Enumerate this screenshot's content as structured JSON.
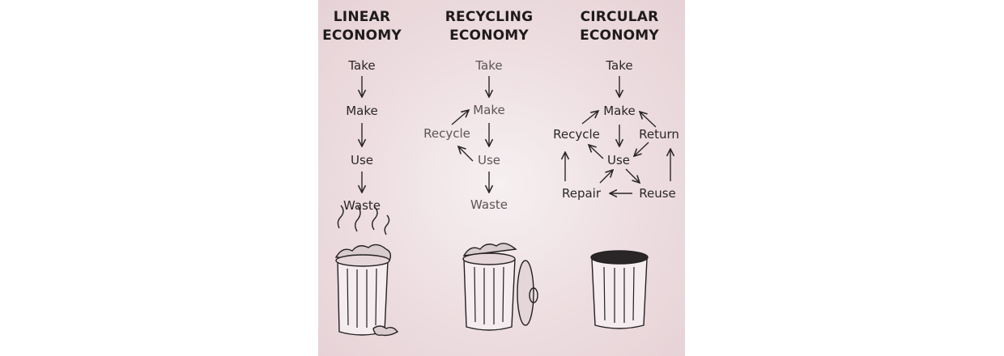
{
  "columns": [
    {
      "title_lines": [
        "LINEAR",
        "ECONOMY"
      ],
      "steps": [
        "Take",
        "Make",
        "Use",
        "Waste"
      ]
    },
    {
      "title_lines": [
        "RECYCLING",
        "ECONOMY"
      ],
      "steps": [
        "Take",
        "Make",
        "Use",
        "Waste",
        "Recycle"
      ]
    },
    {
      "title_lines": [
        "CIRCULAR",
        "ECONOMY"
      ],
      "steps": [
        "Take",
        "Make",
        "Use",
        "Recycle",
        "Return",
        "Repair",
        "Reuse"
      ]
    }
  ],
  "colors": {
    "background": "#eddde0",
    "ink": "#1f1b1c"
  }
}
